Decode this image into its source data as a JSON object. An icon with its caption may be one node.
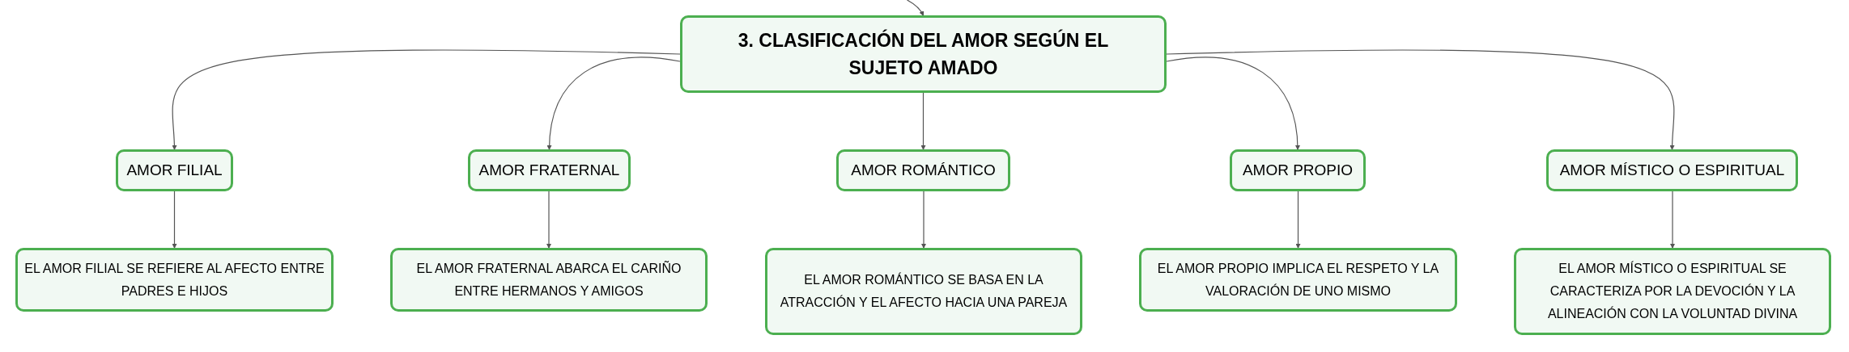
{
  "diagram": {
    "nodes": [
      {
        "text": [
          "3. CLASIFICACIÓN DEL AMOR SEGÚN EL SUJETO AMADO"
        ]
      },
      {
        "text": [
          "AMOR FILIAL"
        ]
      },
      {
        "text": [
          "EL AMOR FILIAL SE REFIERE AL AFECTO ENTRE PADRES E HIJOS"
        ]
      },
      {
        "text": [
          "AMOR FRATERNAL"
        ]
      },
      {
        "text": [
          "EL AMOR FRATERNAL ABARCA EL CARIÑO ENTRE HERMANOS Y AMIGOS"
        ]
      },
      {
        "text": [
          "AMOR ROMÁNTICO"
        ]
      },
      {
        "text": [
          "EL AMOR ROMÁNTICO SE BASA EN LA ATRACCIÓN Y EL AFECTO HACIA UNA PAREJA"
        ]
      },
      {
        "text": [
          "AMOR PROPIO"
        ]
      },
      {
        "text": [
          "EL AMOR PROPIO IMPLICA EL RESPETO Y LA VALORACIÓN DE UNO MISMO"
        ]
      },
      {
        "text": [
          "AMOR MÍSTICO O ESPIRITUAL"
        ]
      },
      {
        "text": [
          "EL AMOR MÍSTICO O ESPIRITUAL SE CARACTERIZA POR LA DEVOCIÓN Y LA ALINEACIÓN CON LA VOLUNTAD DIVINA"
        ]
      }
    ],
    "edges": [
      {
        "from": null,
        "to": 0,
        "arrow": "to"
      },
      {
        "from": 0,
        "to": 1,
        "arrow": "to"
      },
      {
        "from": 1,
        "to": 2,
        "arrow": "to"
      },
      {
        "from": 0,
        "to": 3,
        "arrow": "to"
      },
      {
        "from": 3,
        "to": 4,
        "arrow": "to"
      },
      {
        "from": 0,
        "to": 5,
        "arrow": "to"
      },
      {
        "from": 5,
        "to": 6,
        "arrow": "to"
      },
      {
        "from": 0,
        "to": 7,
        "arrow": "to"
      },
      {
        "from": 7,
        "to": 8,
        "arrow": "to"
      },
      {
        "from": 0,
        "to": 9,
        "arrow": "to"
      },
      {
        "from": 9,
        "to": 10,
        "arrow": "to"
      }
    ]
  }
}
